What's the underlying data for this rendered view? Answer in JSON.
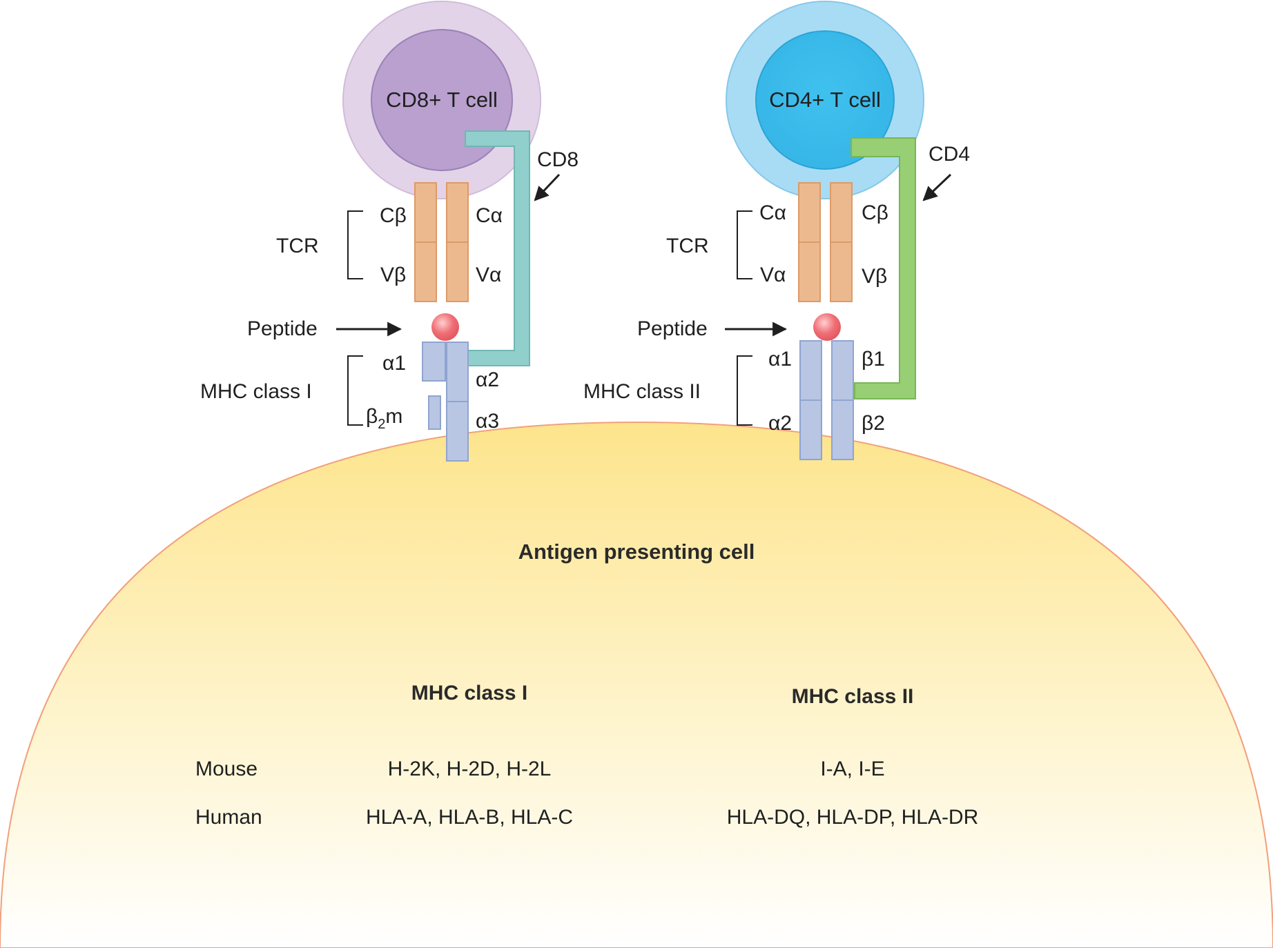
{
  "colors": {
    "cd8_cell_outer": "#e3d3e8",
    "cd8_cell_inner": "#b9a0cf",
    "cd4_cell_outer": "#a8dcf4",
    "cd4_cell_inner": "#3fc1ee",
    "tcr": "#ecb98f",
    "tcr_stroke": "#de9a66",
    "mhc": "#b8c6e4",
    "mhc_stroke": "#8fa4cf",
    "cd8_coreceptor": "#90cfcc",
    "cd4_coreceptor": "#98cf74",
    "peptide": "#ef6f76",
    "apc_top": "#fde48c",
    "apc_bottom": "#ffffff",
    "apc_stroke": "#f2a07c"
  },
  "left_panel": {
    "cell_label": "CD8+ T cell",
    "coreceptor_label": "CD8",
    "tcr_label": "TCR",
    "tcr_domain_left_top": "Cβ",
    "tcr_domain_left_bottom": "Vβ",
    "tcr_domain_right_top": "Cα",
    "tcr_domain_right_bottom": "Vα",
    "peptide_label": "Peptide",
    "mhc_label": "MHC class I",
    "mhc_domains": {
      "alpha1": "α1",
      "alpha2": "α2",
      "alpha3": "α3",
      "b2m_prefix": "β",
      "b2m_sub": "2",
      "b2m_suffix": "m"
    }
  },
  "right_panel": {
    "cell_label": "CD4+ T cell",
    "coreceptor_label": "CD4",
    "tcr_label": "TCR",
    "tcr_domain_left_top": "Cα",
    "tcr_domain_left_bottom": "Vα",
    "tcr_domain_right_top": "Cβ",
    "tcr_domain_right_bottom": "Vβ",
    "peptide_label": "Peptide",
    "mhc_label": "MHC class II",
    "mhc_domains": {
      "alpha1": "α1",
      "alpha2": "α2",
      "beta1": "β1",
      "beta2": "β2"
    }
  },
  "apc": {
    "label": "Antigen presenting cell"
  },
  "table": {
    "headers": [
      "MHC class I",
      "MHC class II"
    ],
    "rows": [
      {
        "species": "Mouse",
        "class1": "H-2K, H-2D, H-2L",
        "class2": "I-A, I-E"
      },
      {
        "species": "Human",
        "class1": "HLA-A, HLA-B, HLA-C",
        "class2": "HLA-DQ, HLA-DP, HLA-DR"
      }
    ]
  }
}
